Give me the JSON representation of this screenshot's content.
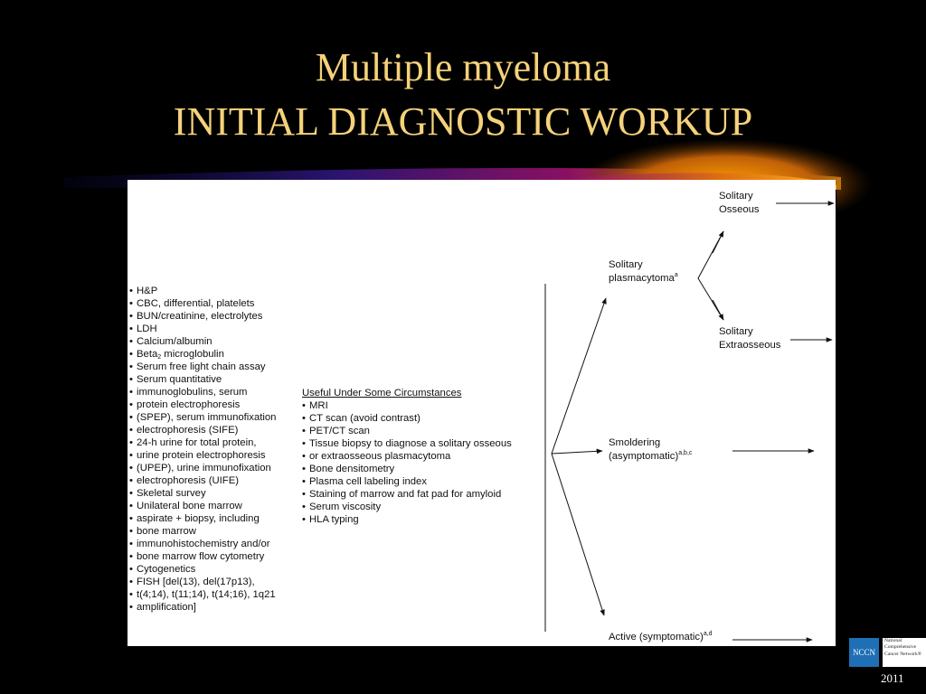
{
  "slide": {
    "title_line1": "Multiple myeloma",
    "title_line2": "INITIAL DIAGNOSTIC WORKUP",
    "year": "2011"
  },
  "logo": {
    "abbr": "NCCN",
    "name": "National Comprehensive Cancer Network®"
  },
  "workup": {
    "items": [
      "H&P",
      "CBC, differential, platelets",
      "BUN/creatinine, electrolytes",
      "LDH",
      "Calcium/albumin",
      "Serum free light chain assay",
      "Serum quantitative",
      "24-h urine for total protein,",
      "Skeletal survey",
      "Unilateral bone marrow",
      "Cytogenetics",
      "FISH [del(13), del(17p13),"
    ],
    "beta_prefix": "Beta",
    "beta_sub": "2",
    "beta_suffix": " microglobulin",
    "serum_quant_cont": [
      "immunoglobulins, serum",
      "protein electrophoresis",
      "(SPEP), serum immunofixation",
      "electrophoresis (SIFE)"
    ],
    "urine_cont": [
      "urine protein electrophoresis",
      "(UPEP), urine immunofixation",
      "electrophoresis (UIFE)"
    ],
    "marrow_cont": [
      "aspirate + biopsy, including",
      "bone marrow",
      "immunohistochemistry and/or",
      "bone marrow flow cytometry"
    ],
    "fish_cont": [
      "t(4;14), t(11;14), t(14;16), 1q21",
      "amplification]"
    ]
  },
  "useful": {
    "heading": "Useful Under Some Circumstances",
    "items": [
      "MRI",
      "CT scan (avoid contrast)",
      "PET/CT scan",
      "Tissue biopsy to diagnose a solitary osseous",
      "Bone densitometry",
      "Plasma cell labeling index",
      "Staining of marrow and fat pad for amyloid",
      "Serum viscosity",
      "HLA typing"
    ],
    "biopsy_cont": "or extraosseous plasmacytoma"
  },
  "outcomes": {
    "solitary_line1": "Solitary",
    "solitary_line2": "plasmacytoma",
    "solitary_sup": "a",
    "osseous_line1": "Solitary",
    "osseous_line2": "Osseous",
    "extra_line1": "Solitary",
    "extra_line2": "Extraosseous",
    "smoldering_line1": "Smoldering",
    "smoldering_line2": "(asymptomatic)",
    "smoldering_sup": "a,b,c",
    "active": "Active (symptomatic)",
    "active_sup": "a,d"
  }
}
